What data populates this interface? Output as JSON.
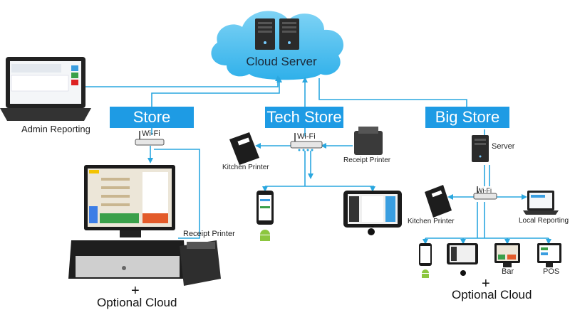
{
  "cloud": {
    "label": "Cloud Server"
  },
  "stores": {
    "store": "Store",
    "tech_store": "Tech Store",
    "big_store": "Big Store"
  },
  "labels": {
    "admin_reporting": "Admin Reporting",
    "wifi": "Wi-Fi",
    "kitchen_printer": "Kitchen Printer",
    "receipt_printer": "Receipt Printer",
    "server": "Server",
    "local_reporting": "Local Reporting",
    "bar": "Bar",
    "pos": "POS",
    "optional_cloud": "Optional Cloud",
    "plus": "+"
  },
  "colors": {
    "line": "#2aa7df",
    "store_box": "#1e9be4",
    "cloud": "#4fc0ef"
  }
}
